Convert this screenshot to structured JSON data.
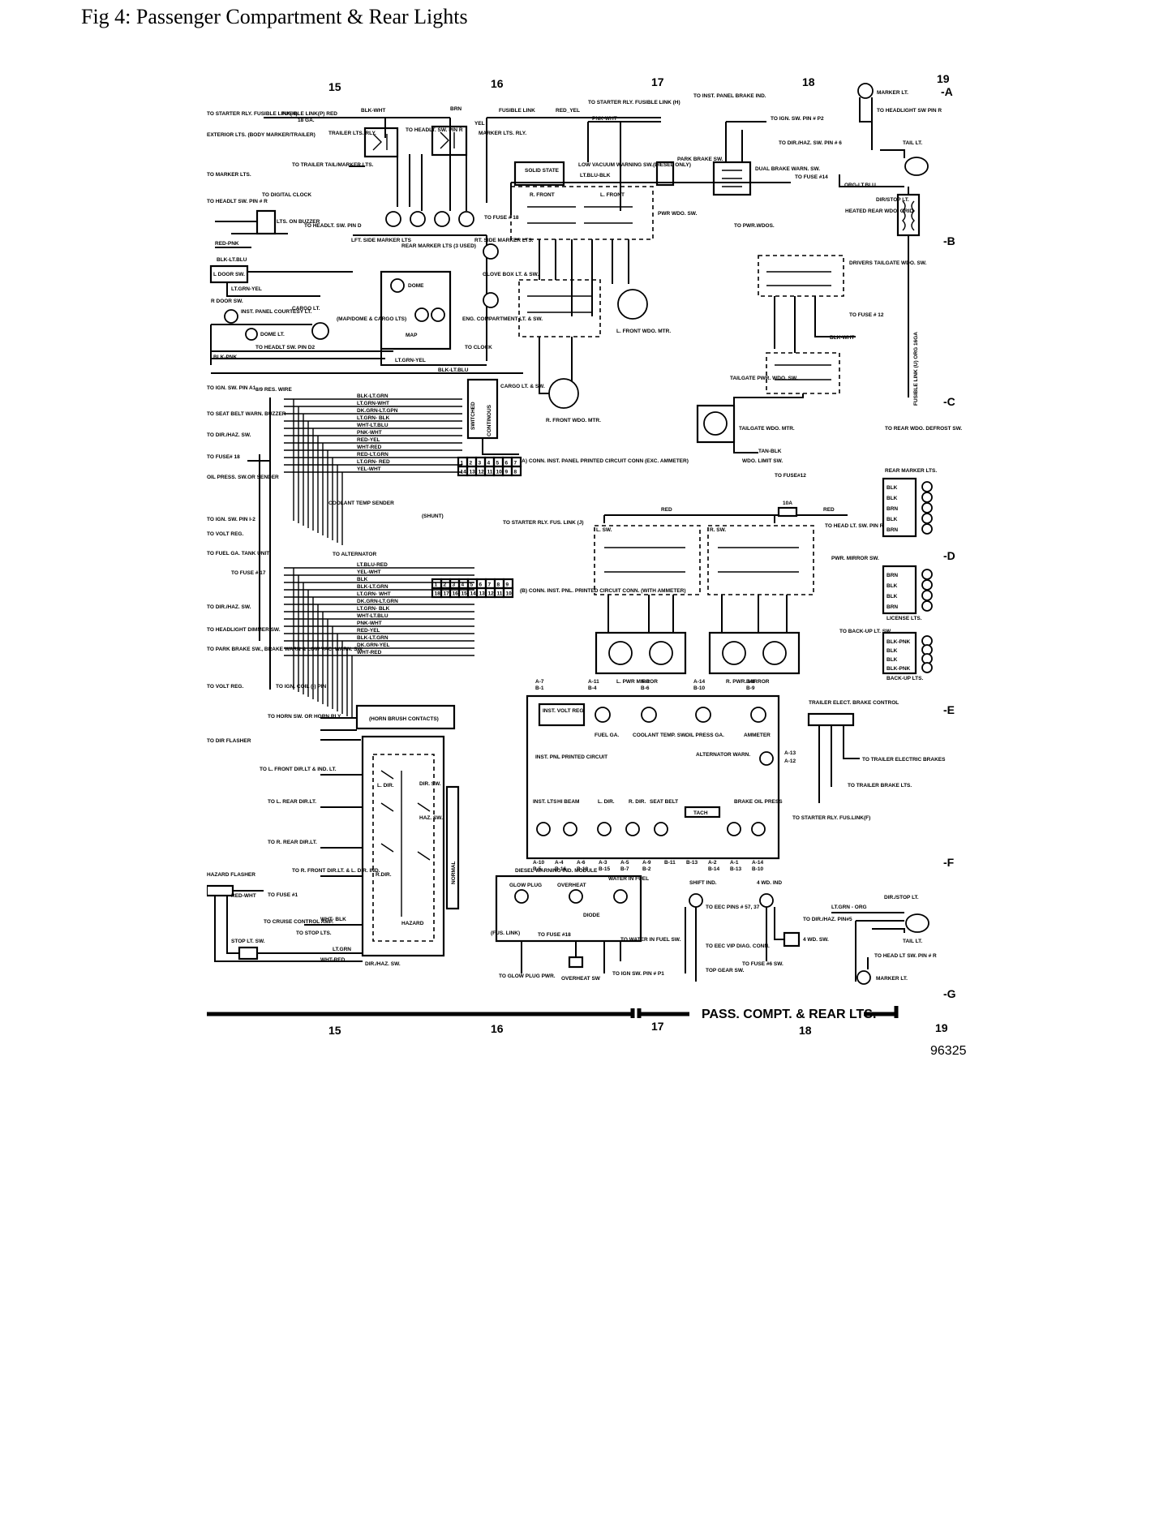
{
  "figure": {
    "title": "Fig 4: Passenger Compartment & Rear Lights",
    "code": "96325",
    "footer_title": "PASS. COMPT. & REAR LTS."
  },
  "grid": {
    "columns": [
      "15",
      "16",
      "17",
      "18",
      "19"
    ],
    "rows": [
      "-A",
      "-B",
      "-C",
      "-D",
      "-E",
      "-F",
      "-G"
    ]
  },
  "labels": {
    "starter_rly_fusible_h": "TO STARTER RLY. FUSIBLE LINK(H)",
    "fusible_link_p_red": "FUSIBLE LINK(P) RED",
    "yel": "YEL",
    "blk_wht": "BLK-WHT",
    "ga18": "18 GA.",
    "brn": "BRN",
    "exterior_lts": "EXTERIOR LTS. (BODY MARKER/TRAILER)",
    "trailer_lts_rly": "TRAILER LTS. RLY.",
    "to_headlt_sw_pin_r": "TO HEADLT. SW. PIN R",
    "marker_lts_rly": "MARKER LTS. RLY.",
    "to_trailer_tail_marker": "TO TRAILER TAIL/MARKER LTS.",
    "to_marker_lts": "TO MARKER LTS.",
    "to_starter_rly_fus_h": "TO STARTER RLY. FUSIBLE LINK (H)",
    "pnk_wht": "PNK-WHT",
    "red_yel": "RED_YEL",
    "fusible_link": "FUSIBLE LINK",
    "to_inst_panel_brake": "TO INST. PANEL BRAKE IND.",
    "to_ign_sw_pin_p2": "TO IGN. SW. PIN # P2",
    "to_dir_haz_pin6": "TO DIR./HAZ. SW. PIN # 6",
    "marker_lt": "MARKER LT.",
    "to_headlight_sw_pin_r": "TO HEADLIGHT SW PIN R",
    "tail_lt": "TAIL LT.",
    "org_lt_blu": "ORG-LT.BLU",
    "dir_stop_lt": "DIR/STOP LT.",
    "solid_state": "SOLID STATE",
    "low_vacuum": "LOW VACUUM WARNING SW.(DIESEL ONLY)",
    "park_brake_sw": "PARK BRAKE SW.",
    "dual_brake_warn": "DUAL BRAKE WARN. SW.",
    "to_headlt_sw_pin_r2": "TO HEADLT SW. PIN # R",
    "to_digital_clock": "TO DIGITAL CLOCK",
    "lts_on_buzzer": "LTS. ON BUZZER",
    "to_headlt_sw_pin_d": "TO HEADLT. SW. PIN D",
    "lft_side_marker": "LFT. SIDE MARKER LTS",
    "rear_marker_lts": "REAR MARKER LTS (3 USED)",
    "rt_side_marker": "RT. SIDE MARKER LTS.",
    "to_fuse_18": "TO FUSE # 18",
    "lt_blu_blk": "LT.BLU-BLK",
    "to_fuse_14": "TO FUSE #14",
    "heated_rear_wdo_grid": "HEATED REAR WDO. GRID",
    "r_front": "R. FRONT",
    "l_front": "L. FRONT",
    "pwr_wdo_sw": "PWR WDO. SW.",
    "to_pwr_wdos": "TO PWR.WDOS.",
    "red_pnk": "RED-PNK",
    "blk_lt_blu": "BLK-LT.BLU",
    "l_door_sw": "L DOOR SW.",
    "lt_grn_yel": "LT.GRN-YEL",
    "glove_box": "GLOVE BOX LT. & SW.",
    "drivers_tailgate": "DRIVERS TAILGATE WDO. SW.",
    "dome": "DOME",
    "r_door_sw": "R DOOR SW.",
    "inst_panel_courtesy": "INST. PANEL COURTESY LT.",
    "cargo_lt": "CARGO LT.",
    "map_dome_cargo": "(MAP/DOME & CARGO LTS)",
    "map": "MAP",
    "dome_lt": "DOME LT.",
    "eng_compartment": "ENG. COMPARTMENT LT. & SW.",
    "l_front_wdo_mtr": "L. FRONT WDO. MTR.",
    "to_fuse_12": "TO FUSE # 12",
    "blk_wht2": "BLK-WHT",
    "to_headlt_sw_pin_d2": "TO HEADLT SW. PIN D2",
    "to_clock": "TO CLOCK",
    "blk_pnk": "BLK-PNK",
    "lt_grn_yel2": "LT.GRN-YEL",
    "to_ign_sw_pin_a1": "TO IGN. SW. PIN A1",
    "res_wire": "8/9 RES. WIRE",
    "cargo_lt_sw": "CARGO LT. & SW.",
    "tailgate_pwr_wdo_sw": "TAILGATE PWR. WDO. SW.",
    "fusible_link_u": "FUSIBLE LINK (U) ORG 16GA",
    "to_rear_wdo_defrost": "TO REAR WDO. DEFROST SW.",
    "to_seat_belt": "TO SEAT BELT WARN. BUZZER",
    "to_dir_haz_sw": "TO DIR./HAZ. SW.",
    "switched": "SWITCHED",
    "continuous": "CONTINOUS",
    "r_front_wdo_mtr": "R. FRONT WDO. MTR.",
    "tailgate_wdo_mtr": "TAILGATE WDO. MTR.",
    "wdo_limit_sw": "WDO. LIMIT SW.",
    "tan_blk": "TAN-BLK",
    "to_fuse_12b": "TO FUSE#12",
    "rear_marker_lts2": "REAR MARKER LTS.",
    "to_fuse_18b": "TO FUSE# 18",
    "oil_press_sw": "OIL PRESS. SW.OR SENDER",
    "conn_a": "(A) CONN. INST. PANEL PRINTED CIRCUIT CONN (EXC. AMMETER)",
    "coolant_temp_sender": "COOLANT TEMP SENDER",
    "shunt": "(SHUNT)",
    "to_starter_rly_fus_j": "TO STARTER RLY. FUS. LINK (J)",
    "to_ign_sw_pin_i2": "TO IGN. SW. PIN I-2",
    "to_volt_reg": "TO VOLT REG.",
    "to_alternator": "TO ALTERNATOR",
    "to_fuel_ga": "TO FUEL GA. TANK UNIT",
    "to_fuse_17": "TO FUSE # 17",
    "conn_b": "(B) CONN. INST. PNL. PRINTED CIRCUIT CONN. (WITH AMMETER)",
    "to_dir_haz_sw2": "TO DIR./HAZ. SW.",
    "to_headlight_dimmer": "TO HEADLIGHT DIMMER SW.",
    "to_park_brake": "TO PARK BRAKE SW., BRAKE WARN & LOW VAC. WARN. SW.",
    "to_volt_reg2": "TO VOLT REG.",
    "to_ign_coil": "TO IGN. COIL (-) PIN",
    "l_sw": "L. SW.",
    "r_sw": "R. SW.",
    "to_head_lt_sw_pin_r": "TO HEAD LT. SW. PIN R",
    "pwr_mirror_sw": "PWR. MIRROR SW.",
    "license_lts": "LICENSE LTS.",
    "to_backup_lt_sw": "TO BACK-UP LT. SW.",
    "backup_lts": "BACK-UP LTS.",
    "l_pwr_mirror": "L. PWR MIRROR",
    "r_pwr_mirror": "R. PWR. MIRROR",
    "inst_volt_reg": "INST. VOLT REG.",
    "fuel_ga": "FUEL GA.",
    "coolant_temp_sw": "COOLANT TEMP. SW.",
    "oil_press_ga": "OIL PRESS GA.",
    "ammeter": "AMMETER",
    "trailer_elect_brake": "TRAILER ELECT. BRAKE CONTROL",
    "to_trailer_elec": "TO TRAILER ELECTRIC BRAKES",
    "to_trailer_brake_lts": "TO TRAILER BRAKE LTS.",
    "inst_pnl_printed": "INST. PNL PRINTED CIRCUIT",
    "alternator_warn": "ALTERNATOR WARN.",
    "to_horn_sw": "TO HORN SW. OR HORN RLY",
    "horn_brush": "(HORN BRUSH CONTACTS)",
    "to_dir_flasher": "TO DIR FLASHER",
    "to_l_front": "TO L. FRONT DIR.LT & IND. LT.",
    "to_l_rear": "TO L. REAR DIR.LT.",
    "to_r_rear": "TO R. REAR DIR.LT.",
    "to_r_front": "TO R. FRONT DIR.LT. & L. DIR. IND.",
    "l_dir": "L. DIR.",
    "r_dir": "R.DIR.",
    "dir_sw": "DIR. SW.",
    "haz_sw": "HAZ. SW.",
    "normal": "NORMAL",
    "hazard": "HAZARD",
    "inst_lts": "INST. LTS",
    "hi_beam": "HI BEAM",
    "l_dir2": "L. DIR.",
    "r_dir2": "R. DIR.",
    "seat_belt": "SEAT BELT",
    "tach": "TACH",
    "brake": "BRAKE",
    "oil_press": "OIL PRESS",
    "to_starter_rly_fus_f": "TO STARTER RLY. FUS.LINK(F)",
    "diesel_warning": "DIESEL WARNING IND. MODULE",
    "glow_plug": "GLOW PLUG",
    "overheat": "OVERHEAT",
    "water_in_fuel": "WATER IN FUEL",
    "shift_ind": "SHIFT IND.",
    "four_wd_ind": "4 WD. IND",
    "dir_stop_lt2": "DIR./STOP LT.",
    "hazard_flasher": "HAZARD FLASHER",
    "to_fuse_1": "TO FUSE #1",
    "to_cruise_control": "TO CRUISE CONTROL AMP.",
    "stop_lt_sw": "STOP LT. SW.",
    "to_stop_lts": "TO STOP LTS.",
    "fus_link": "(FUS. LINK)",
    "to_fuse_18c": "TO FUSE #18",
    "diode": "DIODE",
    "to_water_in_fuel": "TO WATER IN FUEL SW.",
    "to_eec_pins": "TO EEC PINS # 57, 37",
    "to_eec_vip": "TO EEC VIP DIAG. CONN.",
    "top_gear_sw": "TOP GEAR SW.",
    "to_fuse_6": "TO FUSE #6 SW.",
    "four_wd_sw": "4 WD. SW.",
    "to_dir_haz_pin5": "TO DIR./HAZ. PIN#5",
    "tail_lt2": "TAIL LT.",
    "to_head_lt_sw_pin_r2": "TO HEAD LT SW. PIN # R",
    "marker_lt2": "MARKER LT.",
    "to_glow_plug_pwr": "TO GLOW PLUG PWR.",
    "overheat_sw": "OVERHEAT SW",
    "to_ign_sw_pin_p1": "TO IGN SW. PIN # P1",
    "dir_haz_sw": "DIR./HAZ. SW.",
    "wht_blk": "WHT- BLK",
    "wht_red": "WHT-RED",
    "lt_grn": "LT.GRN",
    "red_wht": "RED-WHT",
    "lt_grn_org": "LT.GRN - ORG",
    "red": "RED",
    "ten_a": "10A"
  },
  "harness_wires": [
    "BLK-LT.GRN",
    "LT.GRN-WHT",
    "DK.GRN-LT.GPN",
    "LT.GRN- BLK",
    "WHT-LT.BLU",
    "PNK-WHT",
    "RED-YEL",
    "WHT-RED",
    "RED-LT.GRN",
    "LT.GRN- RED",
    "YEL-WHT"
  ],
  "harness_wires_b": [
    "LT.BLU-RED",
    "YEL-WHT",
    "BLK",
    "BLK-LT.GRN",
    "LT.GRN- WHT",
    "DK.GRN-LT.GRN",
    "LT.GRN- BLK",
    "WHT-LT.BLU",
    "PNK-WHT",
    "RED-YEL",
    "BLK-LT.GRN",
    "DK.GRN-YEL",
    "WHT-RED"
  ],
  "conn_a_pins": [
    "1",
    "2",
    "3",
    "4",
    "5",
    "6",
    "7",
    "14",
    "13",
    "12",
    "11",
    "10",
    "9",
    "8"
  ],
  "conn_b_pins": [
    "1",
    "2",
    "3",
    "4",
    "5",
    "6",
    "7",
    "8",
    "9",
    "18",
    "17",
    "16",
    "15",
    "14",
    "13",
    "12",
    "11",
    "10"
  ],
  "gauge_top_labels": [
    "A-7 B-1",
    "A-11 B-4",
    "A-8 B-6",
    "A-14 B-10",
    "B-8  B-9"
  ],
  "gauge_bottom_labels": [
    "A-10 B-5",
    "A-4 B-16",
    "A-6 B-18",
    "A-3 B-15",
    "A-5 B-7",
    "A-9 B-2",
    "B-11",
    "B-13",
    "A-2 B-14",
    "A-1 B-13",
    "A-14 B-10"
  ],
  "alternator_pins": [
    "A-13",
    "A-12"
  ],
  "rear_marker_wires": [
    "BLK",
    "BLK",
    "BRN",
    "BLK",
    "BRN"
  ],
  "license_wires": [
    "BRN",
    "BLK",
    "BLK",
    "BRN"
  ],
  "backup_wires": [
    "BLK-PNK",
    "BLK",
    "BLK",
    "BLK-PNK"
  ]
}
